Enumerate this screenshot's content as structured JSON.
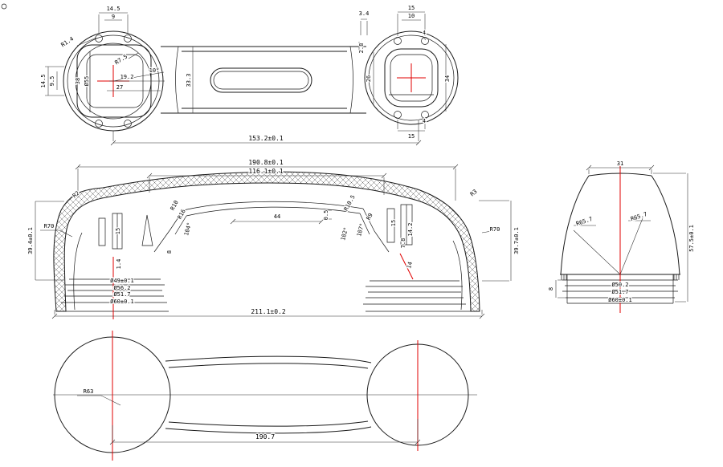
{
  "page": {
    "background": "#ffffff",
    "line_color": "#1a1a1a",
    "centerline_color": "#e00000"
  },
  "views": {
    "top": {
      "dims": {
        "spacing_outer": "14.5",
        "spacing_inner": "9",
        "fillet": "R1.4",
        "left_outer": "14.5",
        "left_inner": "9.5",
        "width_38": "38",
        "dia_55": "Ø55",
        "w19_2": "19.2",
        "w27": "27",
        "r7_5": "R7.5",
        "angle_10": "10°",
        "bar_width": "33.3",
        "gap_3_4": "3.4",
        "top_15": "15",
        "top_10": "10",
        "hole_top": "4",
        "gap_2_8": "2.8",
        "h26": "26",
        "h34": "34",
        "hole_bottom": "4",
        "bottom_15": "15",
        "overall": "153.2±0.1"
      }
    },
    "section": {
      "dims": {
        "outer_len": "190.8±0.1",
        "inner_len": "116.1±0.1",
        "r2": "R2",
        "r70_left": "R70",
        "h_left": "39.4±0.1",
        "slot_15": "15",
        "t1_4": "1.4",
        "r10": "R10",
        "r16": "R16",
        "a104": "104°",
        "w8": "8",
        "w44": "44",
        "t0_5": "0.5",
        "r10_5": "R10.5",
        "r9": "R9",
        "a102": "102°",
        "a107": "107°",
        "slot_15r": "15",
        "w14_2": "14.2",
        "w7_8": "7.8",
        "w14": "14",
        "r70_right": "R70",
        "h_right": "39.7±0.1",
        "r3": "R3",
        "dia_49": "Ø49±0.1",
        "dia_56_2": "Ø56.2",
        "dia_51_7": "Ø51.7",
        "dia_60": "Ø60±0.1",
        "overall": "211.1±0.2"
      }
    },
    "bottom": {
      "dims": {
        "r63": "R63",
        "length": "190.7"
      }
    },
    "end": {
      "dims": {
        "top_width": "31",
        "r65_7_left": "R65.7",
        "r65_7_right": "R65.7",
        "height": "57.5±0.1",
        "rim_8": "8",
        "dia_50_2": "Ø50.2",
        "dia_51_7": "Ø51.7",
        "dia_60": "Ø60±0.1"
      }
    }
  }
}
